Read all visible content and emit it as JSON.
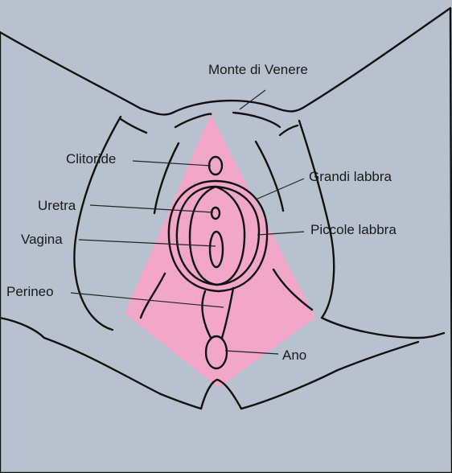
{
  "colors": {
    "background": "#b8c2ce",
    "skin": "#fce3bd",
    "pink_region": "#f2a7c8",
    "labia_light": "#e898c0",
    "labia_mid": "#d6659c",
    "labia_inner": "#c54a85",
    "anus": "#a9a9a9",
    "outline": "#111111"
  },
  "labels": {
    "mons": "Monte di Venere",
    "clitoris": "Clitoride",
    "labia_majora": "Grandi labbra",
    "urethra": "Uretra",
    "labia_minora": "Piccole labbra",
    "vagina": "Vagina",
    "perineum": "Perineo",
    "anus": "Ano"
  }
}
